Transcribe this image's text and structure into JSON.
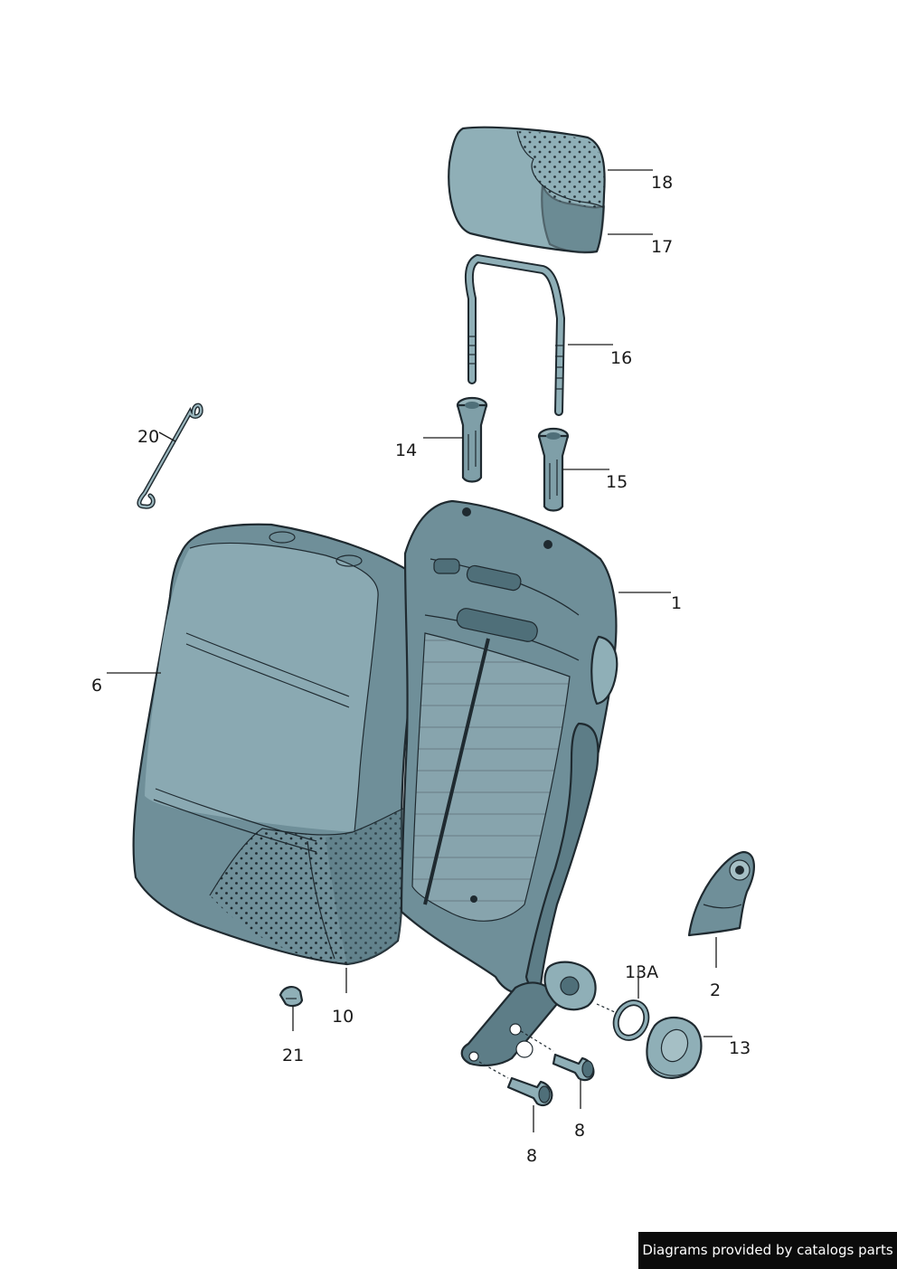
{
  "colors": {
    "part_fill": "#7f9fa8",
    "part_fill_light": "#9ab6bd",
    "part_fill_dark": "#4f6f79",
    "outline": "#1f2a30",
    "credit_bg": "#0b0b0b",
    "credit_text": "#ffffff"
  },
  "callouts": {
    "p1": "1",
    "p2": "2",
    "p6": "6",
    "p8a": "8",
    "p8b": "8",
    "p10": "10",
    "p13": "13",
    "p13a": "13A",
    "p14": "14",
    "p15": "15",
    "p16": "16",
    "p17": "17",
    "p18": "18",
    "p20": "20",
    "p21": "21"
  },
  "credit": "Diagrams provided by catalogs parts"
}
